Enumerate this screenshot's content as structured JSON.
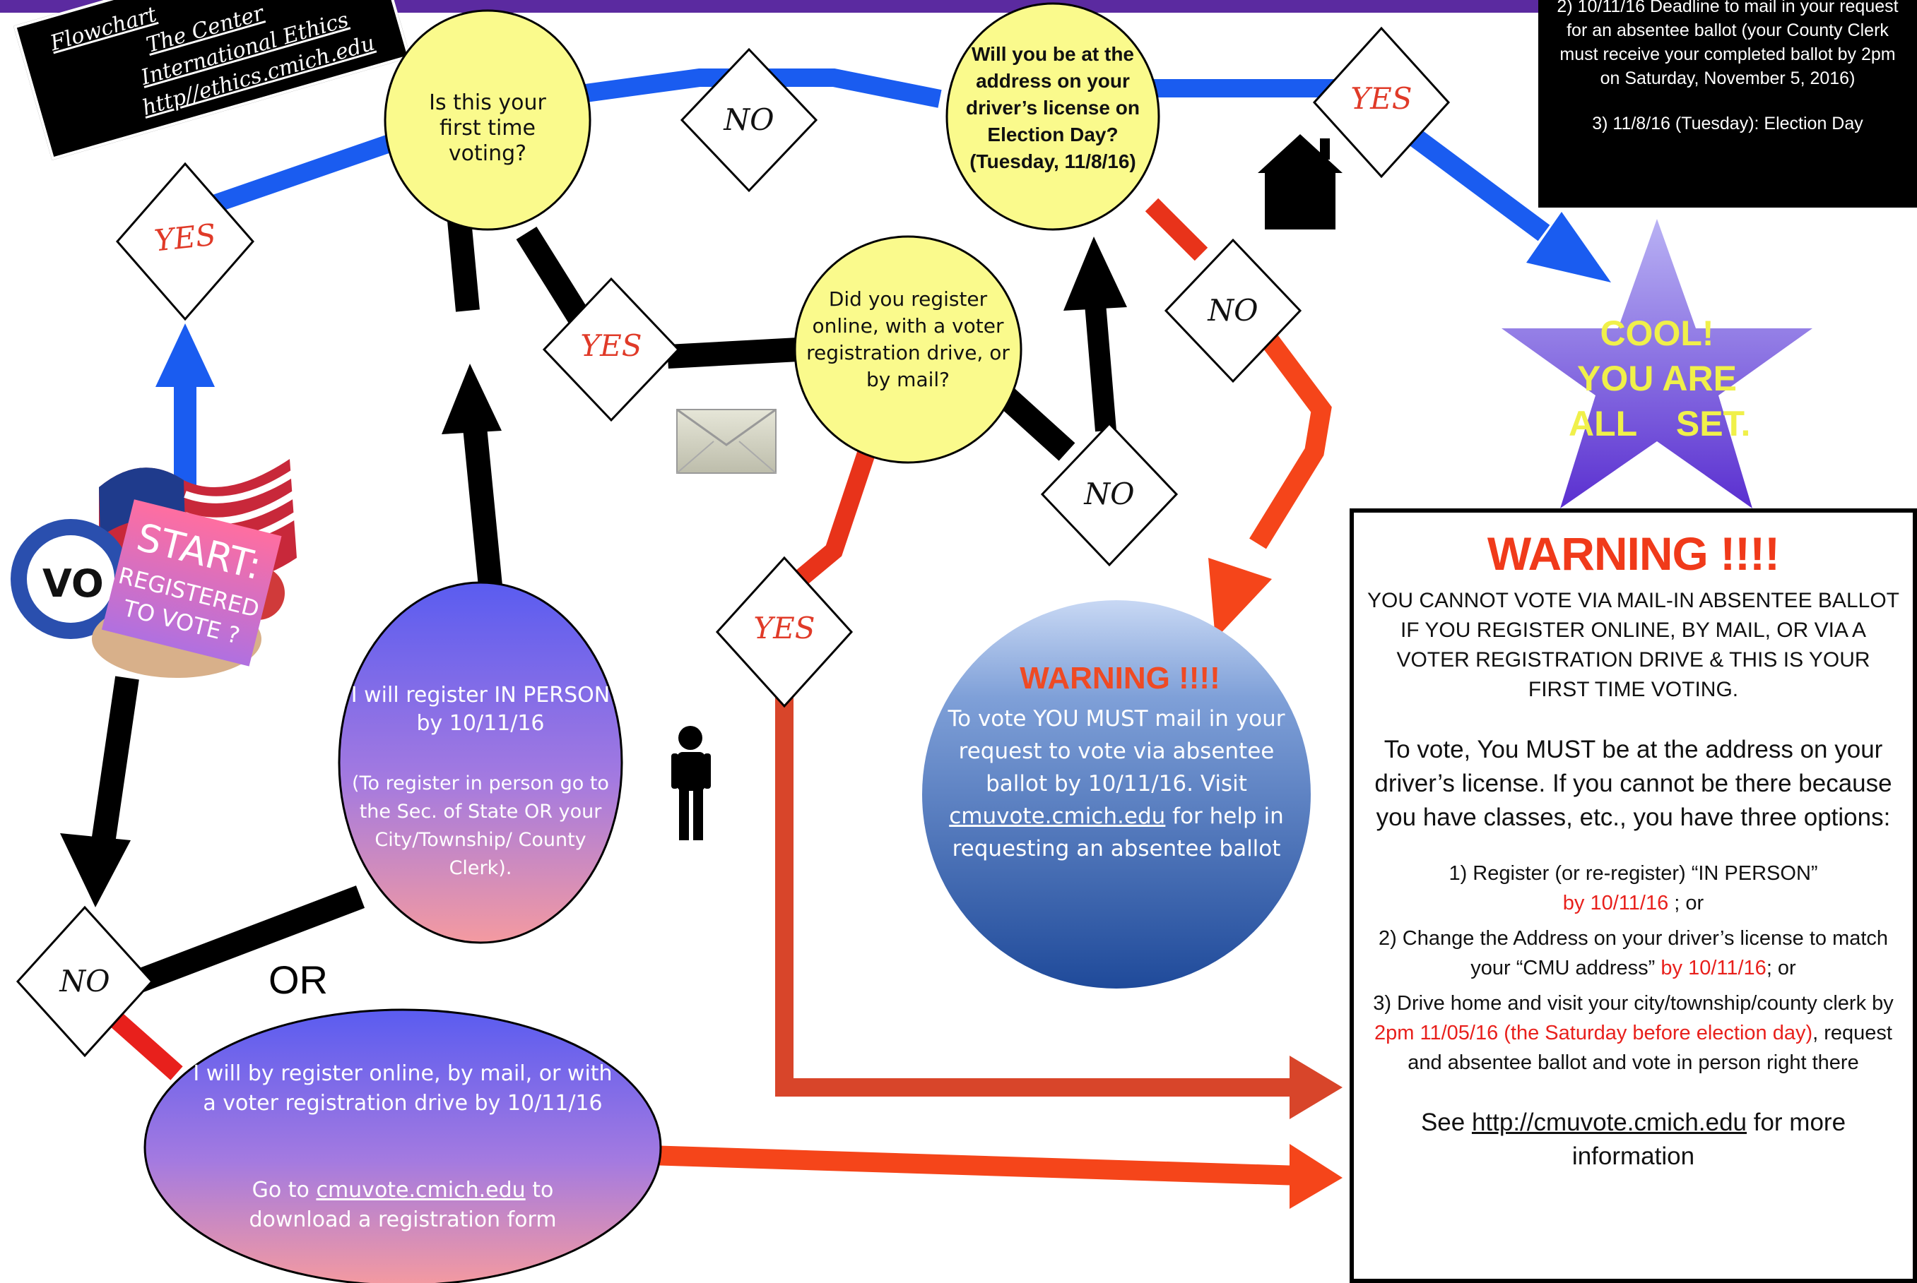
{
  "card": {
    "line1": "Flowchart",
    "line2": "The Center",
    "line3": "International Ethics",
    "line4": "http//ethics.cmich.edu"
  },
  "info": {
    "line1": "2) 10/11/16 Deadline to mail in your request for an absentee ballot (your County Clerk must receive your completed ballot by 2pm on Saturday, November 5, 2016)",
    "line2": "3) 11/8/16 (Tuesday): Election Day"
  },
  "start": {
    "line1": "START:",
    "line2": "REGISTERED",
    "line3": "TO VOTE ?",
    "badge": "VO"
  },
  "nodes": {
    "first_time": "Is this your first time voting?",
    "address": "Will you be at the address on your driver’s license on Election Day? (Tuesday, 11/8/16)",
    "registered_how": "Did you register online, with a voter registration drive, or by mail?",
    "in_person_1": "I will register IN PERSON by 10/11/16",
    "in_person_2": "(To register in person go to the Sec. of State OR your City/Township/ County Clerk).",
    "online_1": "I will by register online, by mail, or with a voter registration drive by 10/11/16",
    "online_2": "Go to ",
    "online_link": "cmuvote.cmich.edu",
    "online_3": " to download a registration form",
    "warn_title": "WARNING !!!!",
    "warn_1": "To vote YOU MUST mail in your request to vote via absentee ballot by 10/11/16. Visit",
    "warn_link": "cmuvote.cmich.edu",
    "warn_2": " for help in requesting an absentee ballot",
    "star_1": "COOL!",
    "star_2": "YOU ARE",
    "star_3": "ALL    SET."
  },
  "diamonds": {
    "yes_start": "YES",
    "no_first": "NO",
    "yes_address": "YES",
    "yes_first": "YES",
    "no_address": "NO",
    "no_registered": "NO",
    "yes_registered": "YES",
    "no_start": "NO"
  },
  "or_label": "OR",
  "warning_box": {
    "title": "WARNING !!!!",
    "para1": "YOU CANNOT VOTE VIA MAIL-IN ABSENTEE BALLOT IF YOU REGISTER ONLINE, BY MAIL, OR VIA A VOTER REGISTRATION DRIVE & THIS IS YOUR FIRST TIME VOTING.",
    "para2": "To vote, You MUST be at the address on your driver’s license.  If you cannot be there because you have classes, etc., you have three options:",
    "opt1_a": "1) Register (or re-register) “IN PERSON”",
    "opt1_red": "by 10/11/16",
    "opt1_b": " ; or",
    "opt2_a": "2) Change the Address on your driver’s license to match your “CMU address” ",
    "opt2_red": "by 10/11/16",
    "opt2_b": "; or",
    "opt3_a": "3) Drive home and visit your city/township/county clerk by ",
    "opt3_red": "2pm 11/05/16 (the Saturday before election day)",
    "opt3_b": ", request and absentee ballot and vote in person right there",
    "see_a": "See ",
    "see_link": "http://cmuvote.cmich.edu",
    "see_b": " for more information"
  },
  "colors": {
    "blue": "#1a5cf0",
    "red": "#e8331a",
    "black": "#000000",
    "yellow": "#fafa8c",
    "star": "#7d55e8"
  }
}
